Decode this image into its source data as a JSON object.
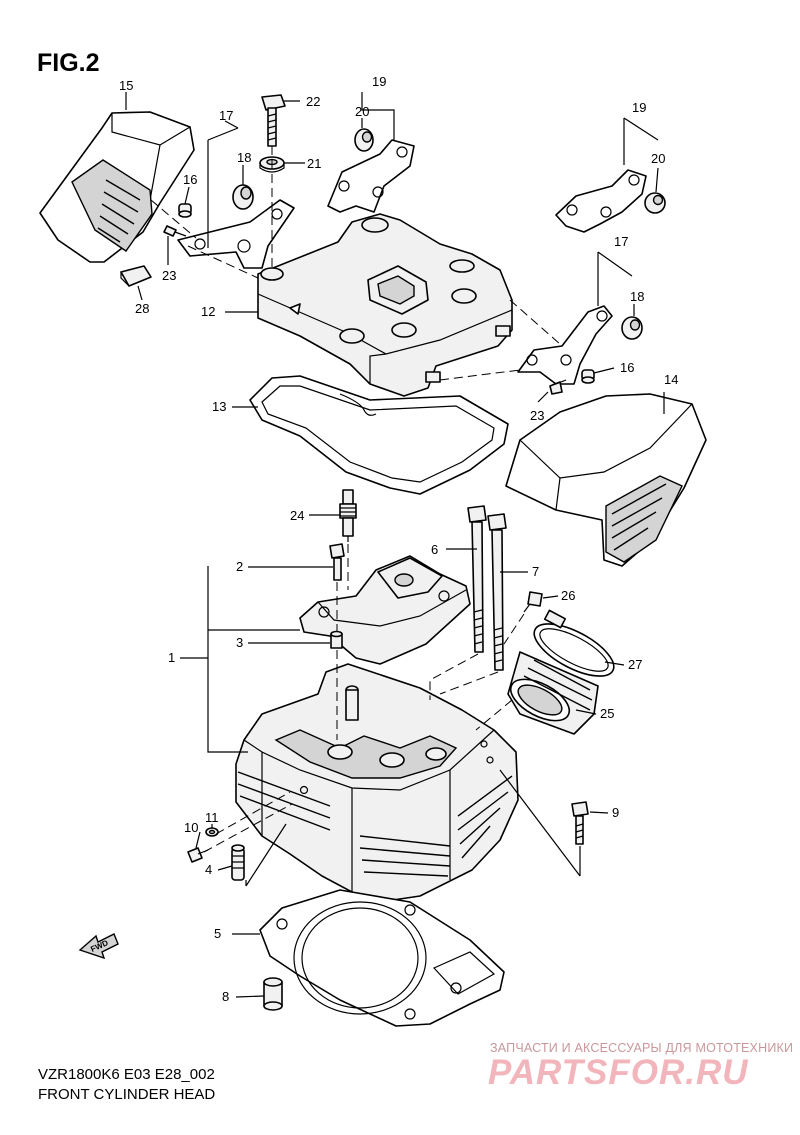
{
  "figure": {
    "title": "FIG.2"
  },
  "callouts": [
    {
      "id": "c15",
      "label": "15"
    },
    {
      "id": "c17a",
      "label": "17"
    },
    {
      "id": "c18a",
      "label": "18"
    },
    {
      "id": "c16a",
      "label": "16"
    },
    {
      "id": "c23a",
      "label": "23"
    },
    {
      "id": "c28",
      "label": "28"
    },
    {
      "id": "c22",
      "label": "22"
    },
    {
      "id": "c21",
      "label": "21"
    },
    {
      "id": "c19a",
      "label": "19"
    },
    {
      "id": "c20a",
      "label": "20"
    },
    {
      "id": "c19b",
      "label": "19"
    },
    {
      "id": "c20b",
      "label": "20"
    },
    {
      "id": "c12",
      "label": "12"
    },
    {
      "id": "c17b",
      "label": "17"
    },
    {
      "id": "c18b",
      "label": "18"
    },
    {
      "id": "c16b",
      "label": "16"
    },
    {
      "id": "c23b",
      "label": "23"
    },
    {
      "id": "c14",
      "label": "14"
    },
    {
      "id": "c13",
      "label": "13"
    },
    {
      "id": "c24",
      "label": "24"
    },
    {
      "id": "c6",
      "label": "6"
    },
    {
      "id": "c2",
      "label": "2"
    },
    {
      "id": "c7",
      "label": "7"
    },
    {
      "id": "c26",
      "label": "26"
    },
    {
      "id": "c3",
      "label": "3"
    },
    {
      "id": "c1",
      "label": "1"
    },
    {
      "id": "c27",
      "label": "27"
    },
    {
      "id": "c25",
      "label": "25"
    },
    {
      "id": "c9",
      "label": "9"
    },
    {
      "id": "c11",
      "label": "11"
    },
    {
      "id": "c10",
      "label": "10"
    },
    {
      "id": "c4",
      "label": "4"
    },
    {
      "id": "c5",
      "label": "5"
    },
    {
      "id": "c8",
      "label": "8"
    }
  ],
  "fwd_arrow": {
    "label": "FWD"
  },
  "footer": {
    "model_code": "VZR1800K6 E03 E28_002",
    "title": "FRONT CYLINDER HEAD"
  },
  "watermark": {
    "tagline": "ЗАПЧАСТИ И АКСЕССУАРЫ ДЛЯ МОТОТЕХНИКИ",
    "logo": "PARTSFOR.RU"
  }
}
